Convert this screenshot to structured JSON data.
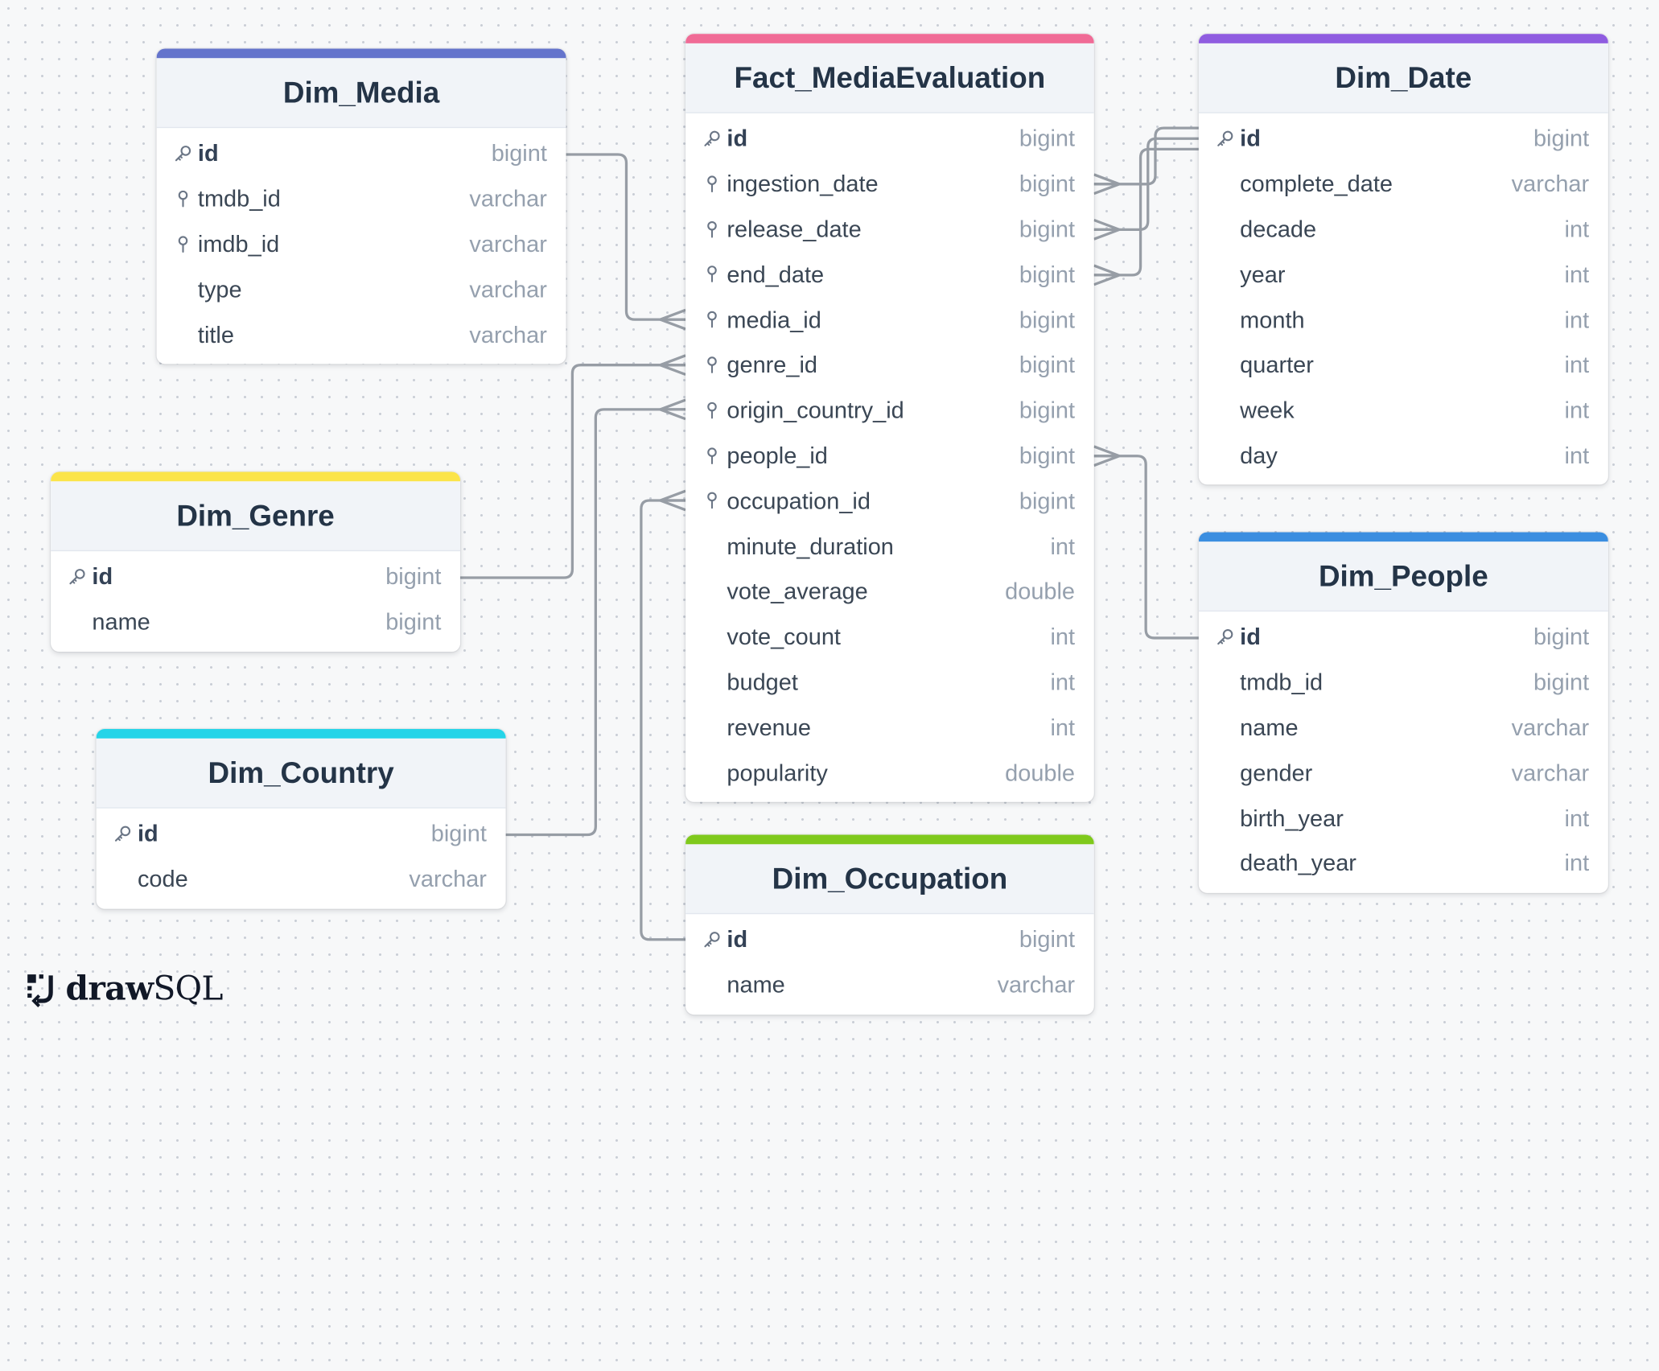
{
  "brand": {
    "logo_word_bold": "draw",
    "logo_word_light": "SQL"
  },
  "tables": [
    {
      "name": "Dim_Media",
      "accent": "#6474cc",
      "columns": [
        {
          "name": "id",
          "type": "bigint",
          "key": "primary"
        },
        {
          "name": "tmdb_id",
          "type": "varchar",
          "key": "index"
        },
        {
          "name": "imdb_id",
          "type": "varchar",
          "key": "index"
        },
        {
          "name": "type",
          "type": "varchar",
          "key": ""
        },
        {
          "name": "title",
          "type": "varchar",
          "key": ""
        }
      ]
    },
    {
      "name": "Fact_MediaEvaluation",
      "accent": "#f06b96",
      "columns": [
        {
          "name": "id",
          "type": "bigint",
          "key": "primary"
        },
        {
          "name": "ingestion_date",
          "type": "bigint",
          "key": "index"
        },
        {
          "name": "release_date",
          "type": "bigint",
          "key": "index"
        },
        {
          "name": "end_date",
          "type": "bigint",
          "key": "index"
        },
        {
          "name": "media_id",
          "type": "bigint",
          "key": "index"
        },
        {
          "name": "genre_id",
          "type": "bigint",
          "key": "index"
        },
        {
          "name": "origin_country_id",
          "type": "bigint",
          "key": "index"
        },
        {
          "name": "people_id",
          "type": "bigint",
          "key": "index"
        },
        {
          "name": "occupation_id",
          "type": "bigint",
          "key": "index"
        },
        {
          "name": "minute_duration",
          "type": "int",
          "key": ""
        },
        {
          "name": "vote_average",
          "type": "double",
          "key": ""
        },
        {
          "name": "vote_count",
          "type": "int",
          "key": ""
        },
        {
          "name": "budget",
          "type": "int",
          "key": ""
        },
        {
          "name": "revenue",
          "type": "int",
          "key": ""
        },
        {
          "name": "popularity",
          "type": "double",
          "key": ""
        }
      ]
    },
    {
      "name": "Dim_Date",
      "accent": "#8f5ce0",
      "columns": [
        {
          "name": "id",
          "type": "bigint",
          "key": "primary"
        },
        {
          "name": "complete_date",
          "type": "varchar",
          "key": ""
        },
        {
          "name": "decade",
          "type": "int",
          "key": ""
        },
        {
          "name": "year",
          "type": "int",
          "key": ""
        },
        {
          "name": "month",
          "type": "int",
          "key": ""
        },
        {
          "name": "quarter",
          "type": "int",
          "key": ""
        },
        {
          "name": "week",
          "type": "int",
          "key": ""
        },
        {
          "name": "day",
          "type": "int",
          "key": ""
        }
      ]
    },
    {
      "name": "Dim_Genre",
      "accent": "#fbe44a",
      "columns": [
        {
          "name": "id",
          "type": "bigint",
          "key": "primary"
        },
        {
          "name": "name",
          "type": "bigint",
          "key": ""
        }
      ]
    },
    {
      "name": "Dim_People",
      "accent": "#3b8ee0",
      "columns": [
        {
          "name": "id",
          "type": "bigint",
          "key": "primary"
        },
        {
          "name": "tmdb_id",
          "type": "bigint",
          "key": ""
        },
        {
          "name": "name",
          "type": "varchar",
          "key": ""
        },
        {
          "name": "gender",
          "type": "varchar",
          "key": ""
        },
        {
          "name": "birth_year",
          "type": "int",
          "key": ""
        },
        {
          "name": "death_year",
          "type": "int",
          "key": ""
        }
      ]
    },
    {
      "name": "Dim_Country",
      "accent": "#25d4e8",
      "columns": [
        {
          "name": "id",
          "type": "bigint",
          "key": "primary"
        },
        {
          "name": "code",
          "type": "varchar",
          "key": ""
        }
      ]
    },
    {
      "name": "Dim_Occupation",
      "accent": "#7fc91c",
      "columns": [
        {
          "name": "id",
          "type": "bigint",
          "key": "primary"
        },
        {
          "name": "name",
          "type": "varchar",
          "key": ""
        }
      ]
    }
  ],
  "relationships": [
    {
      "from": "Dim_Media.id",
      "to": "Fact_MediaEvaluation.media_id",
      "cardinality": "one-to-many"
    },
    {
      "from": "Dim_Genre.id",
      "to": "Fact_MediaEvaluation.genre_id",
      "cardinality": "one-to-many"
    },
    {
      "from": "Dim_Country.id",
      "to": "Fact_MediaEvaluation.origin_country_id",
      "cardinality": "one-to-many"
    },
    {
      "from": "Dim_Occupation.id",
      "to": "Fact_MediaEvaluation.occupation_id",
      "cardinality": "one-to-many"
    },
    {
      "from": "Dim_Date.id",
      "to": "Fact_MediaEvaluation.ingestion_date",
      "cardinality": "one-to-many"
    },
    {
      "from": "Dim_Date.id",
      "to": "Fact_MediaEvaluation.release_date",
      "cardinality": "one-to-many"
    },
    {
      "from": "Dim_Date.id",
      "to": "Fact_MediaEvaluation.end_date",
      "cardinality": "one-to-many"
    },
    {
      "from": "Dim_People.id",
      "to": "Fact_MediaEvaluation.people_id",
      "cardinality": "one-to-many"
    }
  ]
}
